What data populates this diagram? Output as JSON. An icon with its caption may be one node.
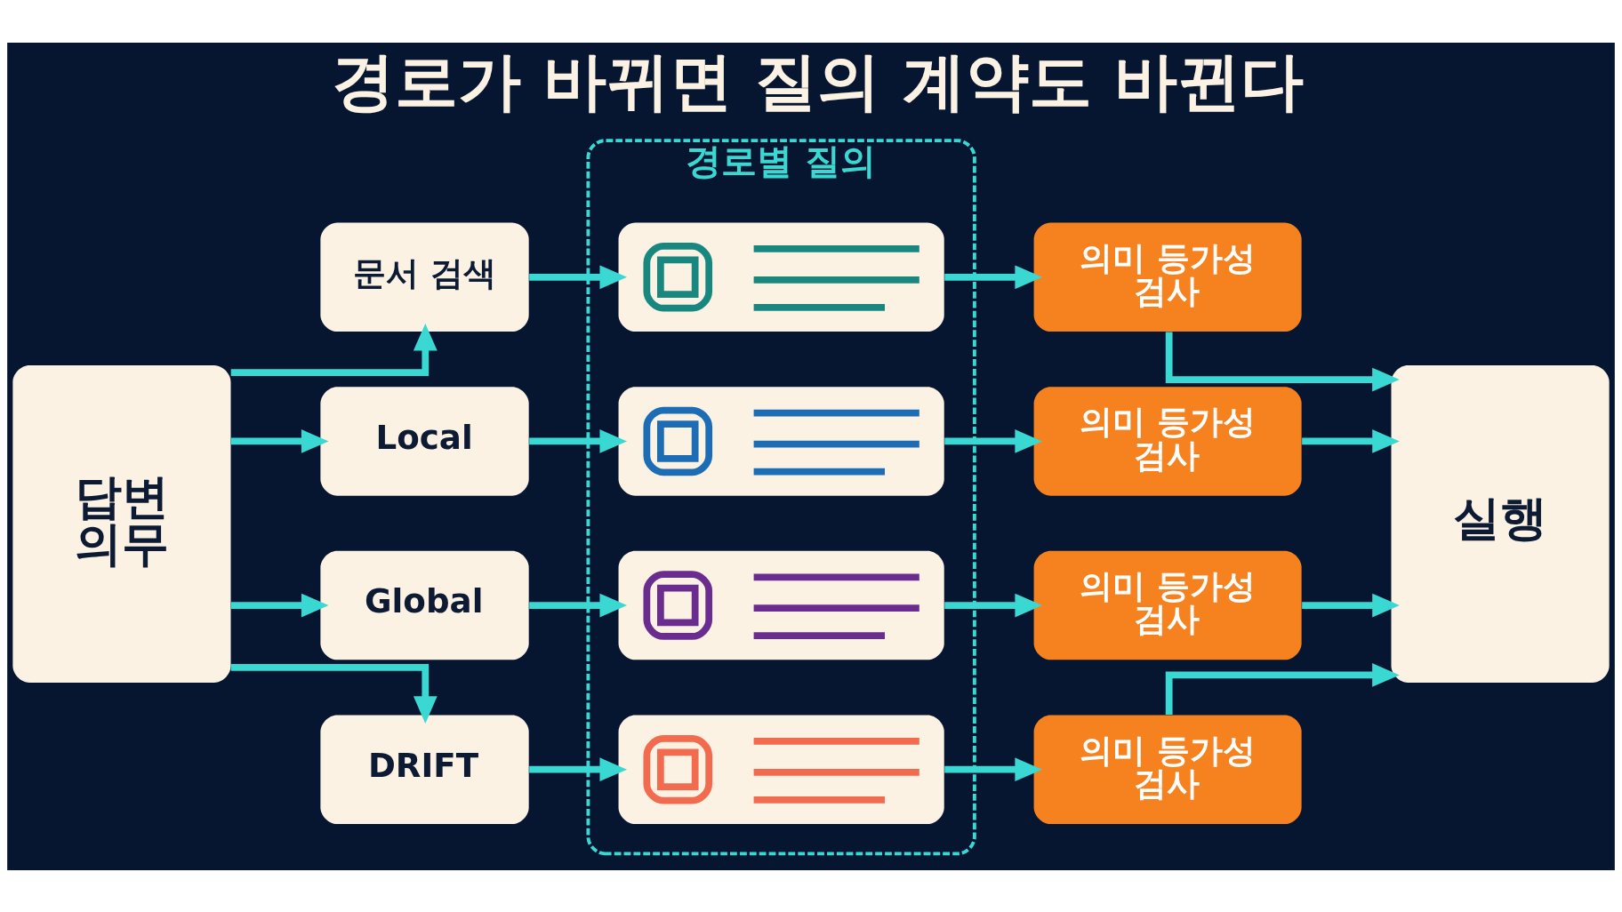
{
  "diagram": {
    "title": "경로가 바뀌면 질의 계약도 바뀐다",
    "nodes": [
      {
        "text": [
          "답변 의무"
        ]
      },
      {
        "text": [
          "문서 검색"
        ]
      },
      {
        "text": [
          "Local"
        ]
      },
      {
        "text": [
          "Global"
        ]
      },
      {
        "text": [
          "DRIFT"
        ]
      },
      {
        "text": [
          "경로별 질의"
        ]
      },
      {
        "text": [],
        "shape": "box",
        "in": 5
      },
      {
        "text": [],
        "shape": "box",
        "in": 5
      },
      {
        "text": [],
        "shape": "box",
        "in": 5
      },
      {
        "text": [],
        "shape": "box",
        "in": 5
      },
      {
        "text": [
          "의미 등가성 검사"
        ]
      },
      {
        "text": [
          "의미 등가성 검사"
        ]
      },
      {
        "text": [
          "의미 등가성 검사"
        ]
      },
      {
        "text": [
          "의미 등가성 검사"
        ]
      },
      {
        "text": [
          "실행"
        ]
      }
    ],
    "edges": [
      {
        "from": 0,
        "to": 1,
        "arrow": "to"
      },
      {
        "from": 0,
        "to": 2,
        "arrow": "to"
      },
      {
        "from": 0,
        "to": 3,
        "arrow": "to"
      },
      {
        "from": 0,
        "to": 4,
        "arrow": "to"
      },
      {
        "from": 1,
        "to": 6,
        "arrow": "to"
      },
      {
        "from": 2,
        "to": 7,
        "arrow": "to"
      },
      {
        "from": 3,
        "to": 8,
        "arrow": "to"
      },
      {
        "from": 4,
        "to": 9,
        "arrow": "to"
      },
      {
        "from": 6,
        "to": 10,
        "arrow": "to"
      },
      {
        "from": 7,
        "to": 11,
        "arrow": "to"
      },
      {
        "from": 8,
        "to": 12,
        "arrow": "to"
      },
      {
        "from": 9,
        "to": 13,
        "arrow": "to"
      },
      {
        "from": 10,
        "to": 14,
        "arrow": "to"
      },
      {
        "from": 11,
        "to": 14,
        "arrow": "to"
      },
      {
        "from": 12,
        "to": 14,
        "arrow": "to"
      },
      {
        "from": 13,
        "to": 14,
        "arrow": "to"
      }
    ]
  }
}
